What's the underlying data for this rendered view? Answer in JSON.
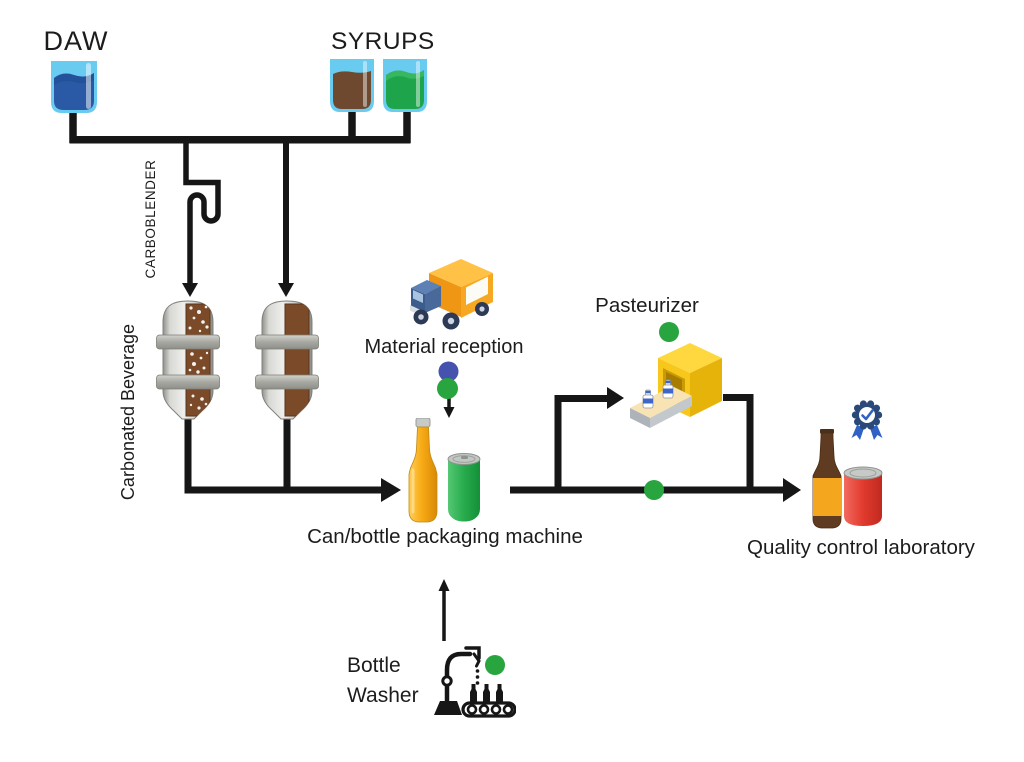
{
  "diagram": {
    "labels": {
      "daw": "DAW",
      "syrups": "SYRUPS",
      "carboblender": "CARBOBLENDER",
      "carbonated_beverage": "Carbonated Beverage",
      "material_reception": "Material reception",
      "packaging_machine": "Can/bottle packaging machine",
      "pasteurizer": "Pasteurizer",
      "quality_control": "Quality control laboratory",
      "bottle_washer_line1": "Bottle",
      "bottle_washer_line2": "Washer"
    },
    "colors": {
      "line_black": "#161616",
      "indicator_green": "#28a53e",
      "indicator_blue": "#4553ae",
      "beaker_glass_blue": "#69cbf0",
      "daw_water_blue": "#2a5aa5",
      "syrup_brown": "#6e4930",
      "syrup_green": "#1ea44a",
      "tank_gray": "#c9c9c5",
      "tank_window_brown": "#7a4a29",
      "truck_cargo_orange": "#f7a823",
      "truck_cab_blue": "#49699b",
      "bottle_amber": "#f8ab15",
      "can_green": "#27ab4d",
      "pasteurizer_yellow": "#f7c71c",
      "conveyor_cream": "#f8e3b4",
      "qc_bottle_brown": "#5e3b21",
      "qc_label_orange": "#f3a61e",
      "qc_can_red": "#e23a2e",
      "badge_navy": "#2a4879",
      "badge_blue": "#2f62c4"
    },
    "indicators": {
      "green_dots": [
        "material-reception",
        "main-line",
        "pasteurizer",
        "bottle-washer"
      ],
      "blue_dots": [
        "material-reception"
      ]
    },
    "connections": [
      "DAW -> manifold",
      "SYRUPS (brown) -> manifold",
      "SYRUPS (green) -> manifold",
      "manifold -> CARBOBLENDER coil -> carbonated beverage tank 1",
      "manifold -> carbonated beverage tank 2",
      "tanks -> can/bottle packaging machine",
      "material reception -> can/bottle packaging machine",
      "bottle washer -> can/bottle packaging machine",
      "packaging machine -> pasteurizer (upper branch)",
      "pasteurizer -> quality control laboratory",
      "packaging machine -> quality control laboratory (main line)"
    ]
  }
}
